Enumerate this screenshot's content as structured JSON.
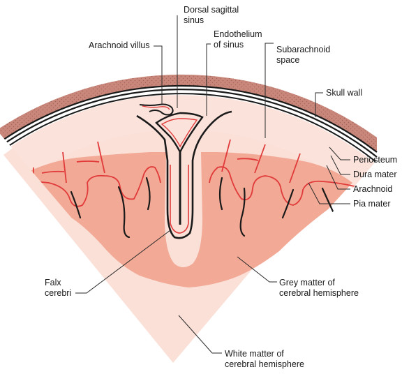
{
  "labels": {
    "dorsal_sagittal_sinus": [
      "Dorsal sagittal",
      "sinus"
    ],
    "arachnoid_villus": "Arachnoid villus",
    "endothelium_of_sinus": [
      "Endothelium",
      "of sinus"
    ],
    "subarachnoid_space": [
      "Subarachnoid",
      "space"
    ],
    "skull_wall": "Skull wall",
    "periosteum": "Periosteum",
    "dura_mater": "Dura mater",
    "arachnoid": "Arachnoid",
    "pia_mater": "Pia mater",
    "falx_cerebri": [
      "Falx",
      "cerebri"
    ],
    "grey_matter": [
      "Grey matter of",
      "cerebral hemisphere"
    ],
    "white_matter": [
      "White matter of",
      "cerebral hemisphere"
    ]
  },
  "colors": {
    "skull": "#c8877a",
    "skull_dots": "#8a4a40",
    "membrane": "#1a1a1a",
    "subarachnoid": "#fbe3dc",
    "grey_matter": "#f2a995",
    "white_matter": "#fbe0d8",
    "pia_line": "#e03a3a",
    "leader": "#2a2a2a"
  }
}
